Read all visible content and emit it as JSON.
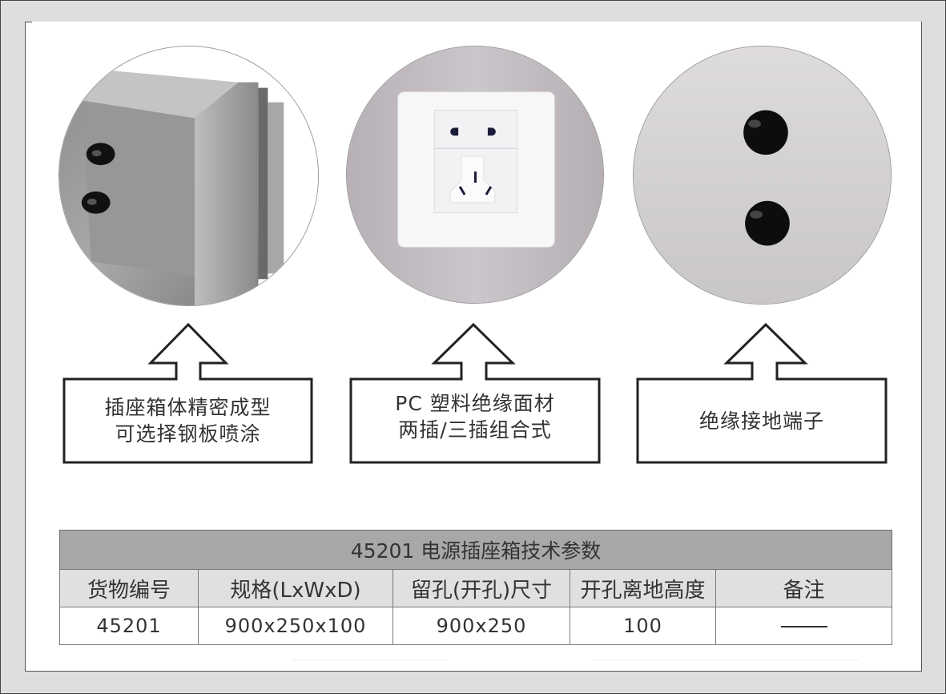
{
  "features": [
    {
      "photo_subject": "stainless steel socket box body with two black grounding terminals",
      "lines": [
        "插座箱体精密成型",
        "可选择钢板喷涂"
      ]
    },
    {
      "photo_subject": "white PC panel socket with two-pin and three-pin outlets",
      "lines": [
        "PC 塑料绝缘面材",
        "两插/三插组合式"
      ]
    },
    {
      "photo_subject": "two black insulated grounding terminals on brushed aluminum",
      "lines": [
        "绝缘接地端子"
      ]
    }
  ],
  "spec_table": {
    "title": "45201 电源插座箱技术参数",
    "headers": [
      "货物编号",
      "规格(LxWxD)",
      "留孔(开孔)尺寸",
      "开孔离地高度",
      "备注"
    ],
    "rows": [
      [
        "45201",
        "900x250x100",
        "900x250",
        "100",
        "——"
      ]
    ]
  },
  "colors": {
    "page_background": "#dededd",
    "card_background": "#ffffff",
    "table_title_bg": "#a8a8a8",
    "table_header_bg": "#e0e0df",
    "text": "#333333",
    "outline": "#222222"
  }
}
